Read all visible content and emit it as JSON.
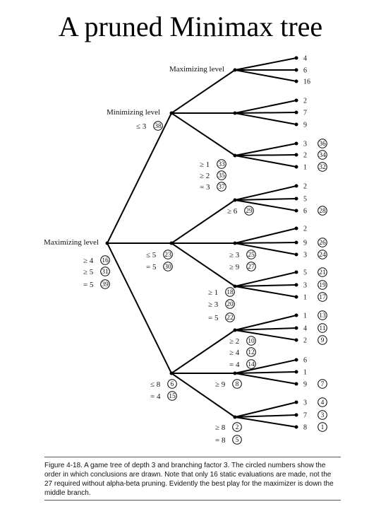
{
  "title": "A pruned Minimax tree",
  "labels": {
    "maximizing_top": "Maximizing level",
    "minimizing": "Minimizing level",
    "maximizing_root": "Maximizing level"
  },
  "leaves": [
    "4",
    "6",
    "16",
    "2",
    "7",
    "9",
    "3",
    "2",
    "1",
    "2",
    "5",
    "6",
    "2",
    "9",
    "3",
    "5",
    "3",
    "1",
    "1",
    "4",
    "2",
    "6",
    "1",
    "9",
    "3",
    "7",
    "8"
  ],
  "annotations": [
    {
      "text": "≤ 3",
      "circle": "38"
    },
    {
      "text": "≥ 1",
      "circle": "33"
    },
    {
      "text": "≥ 2",
      "circle": "35"
    },
    {
      "text": "= 3",
      "circle": "37"
    },
    {
      "text": "≥ 6",
      "circle": "29"
    },
    {
      "text": "≥ 4",
      "circle": "16"
    },
    {
      "text": "≥ 5",
      "circle": "31"
    },
    {
      "text": "= 5",
      "circle": "39"
    },
    {
      "text": "≤ 5",
      "circle": "23"
    },
    {
      "text": "= 5",
      "circle": "30"
    },
    {
      "text": "≥ 3",
      "circle": "25"
    },
    {
      "text": "≥ 9",
      "circle": "27"
    },
    {
      "text": "≥ 1",
      "circle": "18"
    },
    {
      "text": "≥ 3",
      "circle": "20"
    },
    {
      "text": "= 5",
      "circle": "22"
    },
    {
      "text": "≥ 2",
      "circle": "10"
    },
    {
      "text": "≥ 4",
      "circle": "12"
    },
    {
      "text": "= 4",
      "circle": "14"
    },
    {
      "text": "≤ 8",
      "circle": "6"
    },
    {
      "text": "= 4",
      "circle": "15"
    },
    {
      "text": "≥ 9",
      "circle": "8"
    },
    {
      "text": "≥ 8",
      "circle": "2"
    },
    {
      "text": "= 8",
      "circle": "5"
    }
  ],
  "leaf_circles": [
    "36",
    "34",
    "32",
    "28",
    "26",
    "24",
    "21",
    "19",
    "17",
    "13",
    "11",
    "9",
    "7",
    "4",
    "3",
    "1"
  ],
  "caption": "Figure 4-18. A game tree of depth 3 and branching factor 3. The circled numbers show the order in which conclusions are drawn. Note that only 16 static evaluations are made, not the 27 required without alpha-beta pruning. Evidently the best play for the maximizer is down the middle branch."
}
